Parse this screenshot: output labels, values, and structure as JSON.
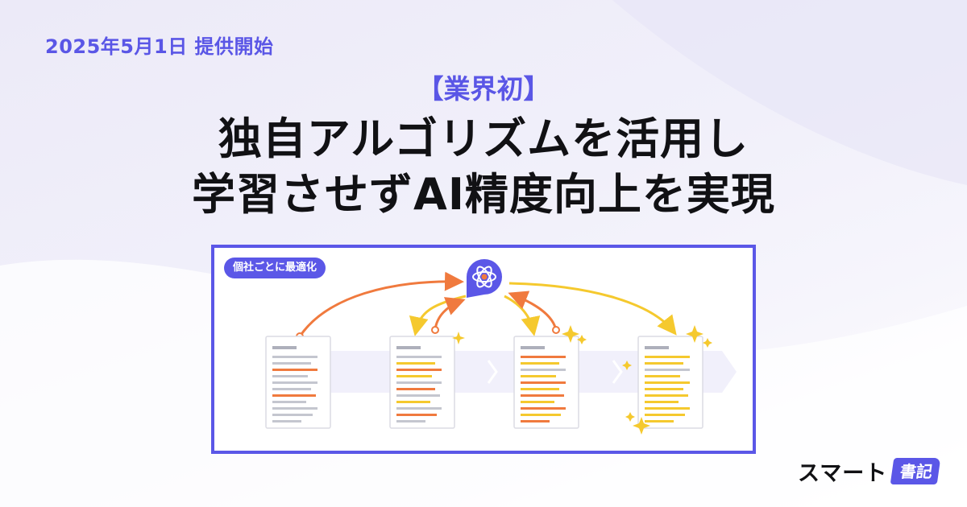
{
  "header": {
    "date_text": "2025年5月1日  提供開始",
    "badge": "【業界初】",
    "title_line1": "独自アルゴリズムを活用し",
    "title_line2": "学習させずAI精度向上を実現"
  },
  "diagram": {
    "tag": "個社ごとに最適化",
    "center_icon": "atom-chat-icon",
    "document_icon": "document-icon",
    "sparkle_icon": "sparkle-icon"
  },
  "logo": {
    "main": "スマート",
    "box": "書記"
  },
  "colors": {
    "accent": "#5b57e7",
    "orange": "#f07a3e",
    "yellow": "#f5c92e",
    "title": "#111114"
  }
}
